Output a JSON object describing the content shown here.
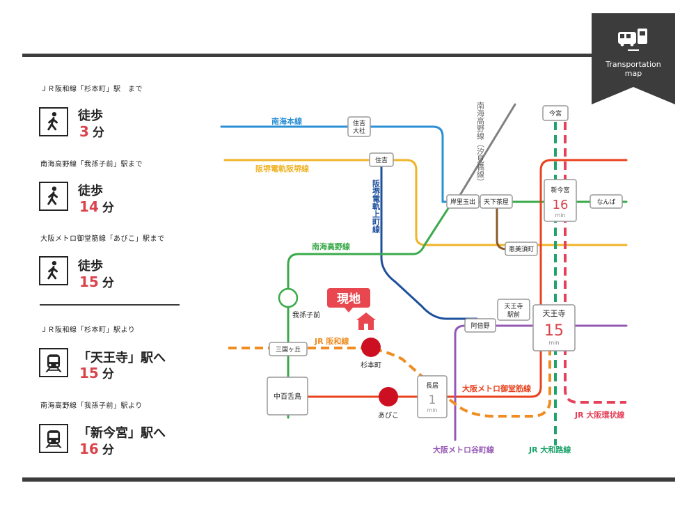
{
  "badge": {
    "line1": "Transportation",
    "line2": "map",
    "icon": "train-bus-icon"
  },
  "access": {
    "walk_jr": {
      "caption": "ＪＲ阪和線「杉本町」駅　まで",
      "mode": "徒歩",
      "minutes": "3",
      "unit": "分",
      "icon": "walking-person-icon"
    },
    "walk_nankai": {
      "caption": "南海高野線「我孫子前」駅まで",
      "mode": "徒歩",
      "minutes": "14",
      "unit": "分",
      "icon": "walking-person-icon"
    },
    "walk_metro": {
      "caption": "大阪メトロ御堂筋線「あびこ」駅まで",
      "mode": "徒歩",
      "minutes": "15",
      "unit": "分",
      "icon": "walking-person-icon"
    },
    "train_tennoji": {
      "caption": "ＪＲ阪和線「杉本町」駅より",
      "mode": "「天王寺」駅へ",
      "minutes": "15",
      "unit": "分",
      "icon": "train-icon"
    },
    "train_shinimamiya": {
      "caption": "南海高野線「我孫子前」駅より",
      "mode": "「新今宮」駅へ",
      "minutes": "16",
      "unit": "分",
      "icon": "train-icon"
    }
  },
  "map": {
    "lines": {
      "nankai_main": "南海本線",
      "hankai": "阪堺電軌阪堺線",
      "uemachi": "阪堺電軌上町線",
      "nankai_koya": "南海高野線",
      "shiomibashi": "南海高野線（汐見橋線）",
      "jr_hanwa": "JR 阪和線",
      "midosuji": "大阪メトロ御堂筋線",
      "tanimachi": "大阪メトロ谷町線",
      "yamatoji": "JR 大和路線",
      "loop": "JR 大阪環状線"
    },
    "stations": {
      "sumiyoshi_taisha": "住吉\n大社",
      "sumiyoshi": "住吉",
      "kishinosato": "岸里玉出",
      "tengachaya": "天下茶屋",
      "ebisucho": "恵美須町",
      "namba": "なんば",
      "imamiya": "今宮",
      "shinimamiya": "新今宮",
      "tennoji_ekimae": "天王寺\n駅前",
      "abeno": "阿倍野",
      "tennoji": "天王寺",
      "abikomae": "我孫子前",
      "mikunigaoka": "三国ヶ丘",
      "nakamozu": "中百舌鳥",
      "sugimotocho": "杉本町",
      "abiko": "あびこ",
      "nagai": "長居"
    },
    "times": {
      "shinimamiya": "16",
      "tennoji": "15",
      "nagai": "1",
      "unit": "min"
    },
    "site_label": "現地",
    "colors": {
      "nankai_main": "#2b8fd4",
      "hankai": "#f0b429",
      "uemachi": "#1d4f9c",
      "koya": "#3aaa4a",
      "shiomibashi": "#808080",
      "hanwa": "#ef8d22",
      "midosuji": "#e8421d",
      "tanimachi": "#9559b5",
      "yamatoji": "#1fa36b",
      "loop": "#e6415a",
      "sakaisuji": "#8a5a2b",
      "station_red": "#cc1022",
      "site": "#e8474f"
    }
  }
}
